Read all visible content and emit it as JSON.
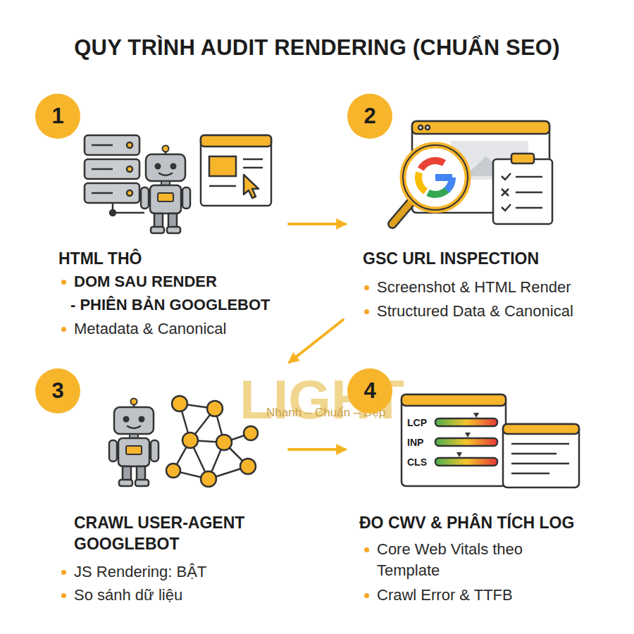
{
  "diagram": {
    "title": "QUY TRÌNH AUDIT RENDERING (CHUẨN SEO)",
    "nodes": [
      {
        "text": [
          "HTML THÔ",
          "DOM SAU RENDER",
          "- PHIÊN BẢN GOOGLEBOT",
          "Metadata & Canonical"
        ]
      },
      {
        "text": [
          "1"
        ],
        "in": 0
      },
      {
        "text": [
          "GSC URL INSPECTION",
          "Screenshot & HTML Render",
          "Structured Data & Canonical"
        ]
      },
      {
        "text": [
          "2"
        ],
        "in": 2
      },
      {
        "text": [
          "CRAWL USER-AGENT GOOGLEBOT",
          "JS Rendering: BẬT",
          "So sánh dữ liệu"
        ]
      },
      {
        "text": [
          "3"
        ],
        "in": 4
      },
      {
        "text": [
          "ĐO CWV & PHÂN TÍCH LOG",
          "Core Web Vitals theo Template",
          "Crawl Error & TTFB"
        ]
      },
      {
        "text": [
          "4"
        ],
        "in": 6
      }
    ],
    "edges": [
      {
        "from": 0,
        "to": 2,
        "arrow": "to"
      },
      {
        "from": 2,
        "to": 4,
        "arrow": "to"
      },
      {
        "from": 4,
        "to": 6,
        "arrow": "to"
      }
    ],
    "labels": [
      "LIGHT",
      "Nhanh – Chuẩn – Đẹp",
      "LCP",
      "INP",
      "CLS"
    ]
  }
}
